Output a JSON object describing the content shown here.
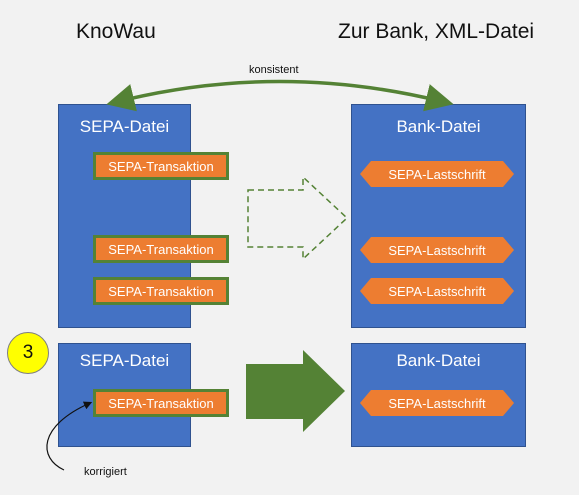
{
  "headings": {
    "left": "KnoWau",
    "right": "Zur Bank, XML-Datei"
  },
  "consistent_label": "konsistent",
  "top_row": {
    "left_box": {
      "title": "SEPA-Datei",
      "transactions": [
        "SEPA-Transaktion",
        "SEPA-Transaktion",
        "SEPA-Transaktion"
      ]
    },
    "right_box": {
      "title": "Bank-Datei",
      "direct_debits": [
        "SEPA-Lastschrift",
        "SEPA-Lastschrift",
        "SEPA-Lastschrift"
      ]
    }
  },
  "bottom_row": {
    "step_number": "3",
    "left_box": {
      "title": "SEPA-Datei",
      "transactions": [
        "SEPA-Transaktion"
      ]
    },
    "right_box": {
      "title": "Bank-Datei",
      "direct_debits": [
        "SEPA-Lastschrift"
      ]
    }
  },
  "corrected_label": "korrigiert",
  "colors": {
    "background": "#f2f2f2",
    "box_fill": "#4472c4",
    "item_fill": "#ed7d31",
    "green": "#548235",
    "step_circle": "#ffff00"
  }
}
